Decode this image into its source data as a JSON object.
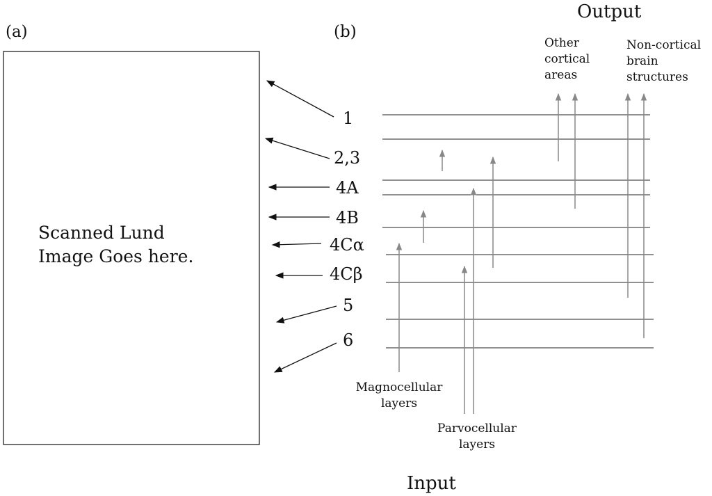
{
  "panels": {
    "a": "(a)",
    "b": "(b)"
  },
  "placeholder": {
    "line1": "Scanned Lund",
    "line2": "Image Goes here."
  },
  "layers": [
    "1",
    "2,3",
    "4A",
    "4B",
    "4Cα",
    "4Cβ",
    "5",
    "6"
  ],
  "output": {
    "title": "Output",
    "cortical": [
      "Other",
      "cortical",
      "areas"
    ],
    "noncortical": [
      "Non-cortical",
      "brain",
      "structures"
    ]
  },
  "input": {
    "title": "Input",
    "magno": [
      "Magnocellular",
      "layers"
    ],
    "parvo": [
      "Parvocellular",
      "layers"
    ]
  },
  "colors": {
    "line": "#222222",
    "pathway": "#888888",
    "text": "#111111"
  }
}
